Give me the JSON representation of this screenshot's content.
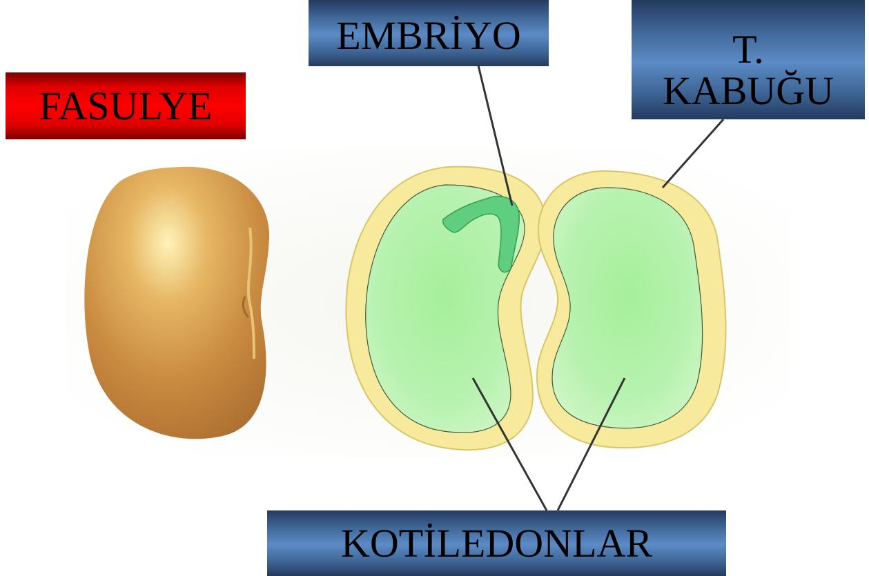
{
  "labels": {
    "fasulye": "FASULYE",
    "embriyo": "EMBRİYO",
    "tohum_kabugu_line1": "T.",
    "tohum_kabugu_line2": "KABUĞU",
    "kotiledonlar": "KOTİLEDONLAR"
  },
  "colors": {
    "red_label": "#ff0000",
    "blue_label": "#5c8bc6",
    "bean_seed": "#c8893e",
    "seed_coat": "#f6e9a0",
    "cotyledon": "#a8f0b0",
    "embryo": "#5fcf7f",
    "leader_line": "#333333"
  }
}
